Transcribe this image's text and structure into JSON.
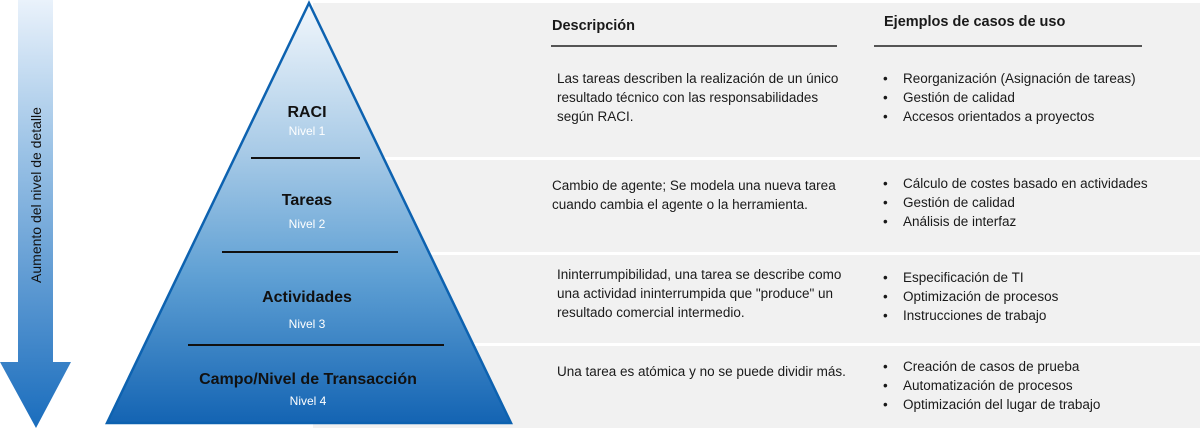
{
  "arrow": {
    "label": "Aumento del nivel de detalle",
    "color_top": "#e8f1fa",
    "color_bottom": "#1c6fbf"
  },
  "pyramid": {
    "outline_color": "#0d62b0",
    "color_top": "#eef4fb",
    "color_bottom": "#1766b4",
    "levels": [
      {
        "title": "RACI",
        "subtitle": "Nivel 1"
      },
      {
        "title": "Tareas",
        "subtitle": "Nivel 2"
      },
      {
        "title": "Actividades",
        "subtitle": "Nivel 3"
      },
      {
        "title": "Campo/Nivel de Transacción",
        "subtitle": "Nivel 4"
      }
    ]
  },
  "table": {
    "headers": {
      "description": "Descripción",
      "examples": "Ejemplos de casos de uso"
    },
    "rows": [
      {
        "description": "Las tareas describen la realización de un único resultado técnico con las responsabilidades según RACI.",
        "examples": [
          "Reorganización (Asignación de tareas)",
          "Gestión de calidad",
          "Accesos orientados a proyectos"
        ]
      },
      {
        "description": "Cambio de agente; Se modela una nueva tarea cuando cambia el agente o la herramienta.",
        "examples": [
          "Cálculo de costes basado en actividades",
          "Gestión de calidad",
          "Análisis de interfaz"
        ]
      },
      {
        "description": "Ininterrumpibilidad, una tarea se describe como una actividad ininterrumpida que \"produce\" un resultado comercial intermedio.",
        "examples": [
          "Especificación de TI",
          "Optimización de procesos",
          "Instrucciones de trabajo"
        ]
      },
      {
        "description": "Una tarea es atómica y no se puede dividir más.",
        "examples": [
          "Creación de casos de prueba",
          "Automatización de procesos",
          "Optimización del lugar de trabajo"
        ]
      }
    ],
    "bullet_glyph": "•"
  }
}
